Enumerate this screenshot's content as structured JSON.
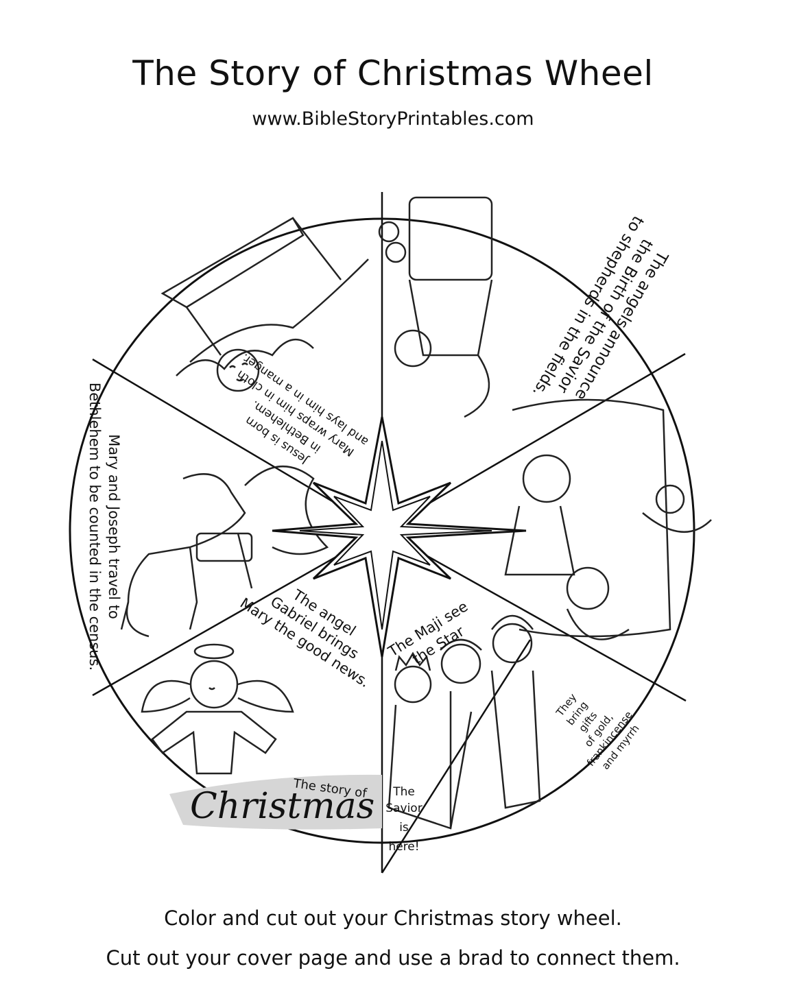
{
  "page": {
    "title": "The Story of Christmas Wheel",
    "website": "www.BibleStoryPrintables.com",
    "instructions": [
      "Color and cut out your Christmas story wheel.",
      "Cut out your cover page and use a brad to connect them."
    ]
  },
  "wheel": {
    "segments": [
      {
        "id": "angels",
        "lines": [
          "The angels announce",
          "the Birth of the Savior",
          "to shepherds in the fields."
        ]
      },
      {
        "id": "manger",
        "lines": [
          "Jesus is born",
          "in Bethlehem.",
          "Mary wraps him in cloth",
          "and lays him in a manger."
        ]
      },
      {
        "id": "travel",
        "lines": [
          "Mary and Joseph travel to",
          "Bethlehem to be counted in the census."
        ]
      },
      {
        "id": "gabriel",
        "lines": [
          "The angel",
          "Gabriel brings",
          "Mary the good news."
        ]
      },
      {
        "id": "maji",
        "lines": [
          "The Maji see",
          "the Star"
        ]
      },
      {
        "id": "savior",
        "lines": [
          "The",
          "Savior",
          "is",
          "here!"
        ]
      },
      {
        "id": "gifts",
        "lines": [
          "They",
          "bring",
          "gifts",
          "of gold,",
          "frankincense",
          "and myrrh"
        ]
      }
    ],
    "banner": {
      "small": "The story of",
      "big": "Christmas"
    }
  },
  "icons": [
    "eight-point-star-icon",
    "manger-icon",
    "donkey-icon",
    "angel-icon",
    "wise-men-icon",
    "holy-family-icon",
    "shepherd-icon"
  ]
}
